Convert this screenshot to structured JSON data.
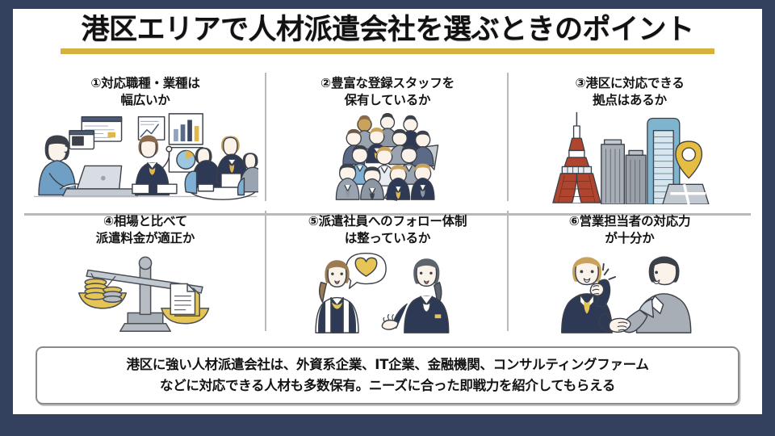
{
  "slide": {
    "frame_color": "#33415e",
    "background_color": "#ffffff",
    "accent_color": "#d8b042"
  },
  "header": {
    "title": "港区エリアで人材派遣会社を選ぶときのポイント"
  },
  "points": [
    {
      "number": "①",
      "title": "①対応職種・業種は\n幅広いか",
      "illustration": "office-workers-illustration"
    },
    {
      "number": "②",
      "title": "②豊富な登録スタッフを\n保有しているか",
      "illustration": "staff-crowd-arrow-illustration"
    },
    {
      "number": "③",
      "title": "③港区に対応できる\n拠点はあるか",
      "illustration": "tokyo-tower-city-map-pin-illustration"
    },
    {
      "number": "④",
      "title": "④相場と比べて\n派遣料金が適正か",
      "illustration": "balance-scale-coins-document-illustration"
    },
    {
      "number": "⑤",
      "title": "⑤派遣社員へのフォロー体制\nは整っているか",
      "illustration": "two-women-heart-bubble-illustration"
    },
    {
      "number": "⑥",
      "title": "⑥営業担当者の対応力\nが十分か",
      "illustration": "businessmen-handshake-illustration"
    }
  ],
  "callout": {
    "text": "港区に強い人材派遣会社は、外資系企業、IT企業、金融機関、コンサルティングファーム\nなどに対応できる人材も多数保有。ニーズに合った即戦力を紹介してもらえる"
  }
}
